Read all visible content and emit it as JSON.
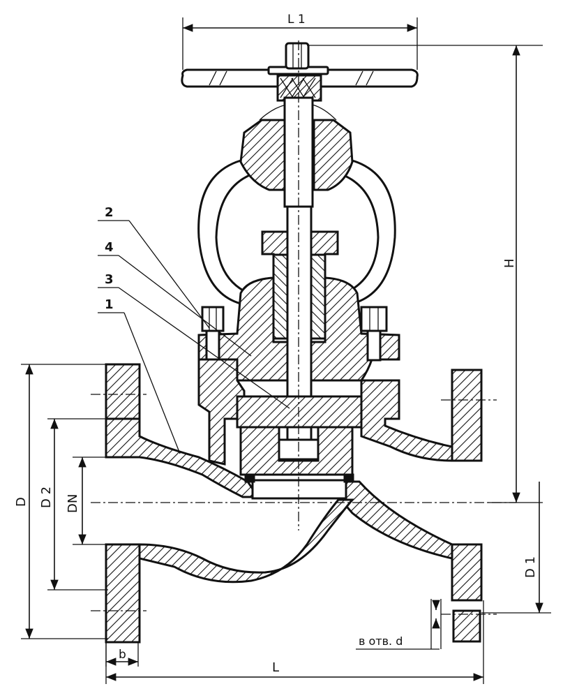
{
  "labels": {
    "L1": "L 1",
    "H": "H",
    "D": "D",
    "D2": "D 2",
    "DN": "DN",
    "D1": "D 1",
    "L": "L",
    "b": "b",
    "holes": "в отв. d"
  },
  "callouts": {
    "c2": "2",
    "c4": "4",
    "c3": "3",
    "c1": "1"
  },
  "colors": {
    "ink": "#111111",
    "paper": "#ffffff"
  }
}
